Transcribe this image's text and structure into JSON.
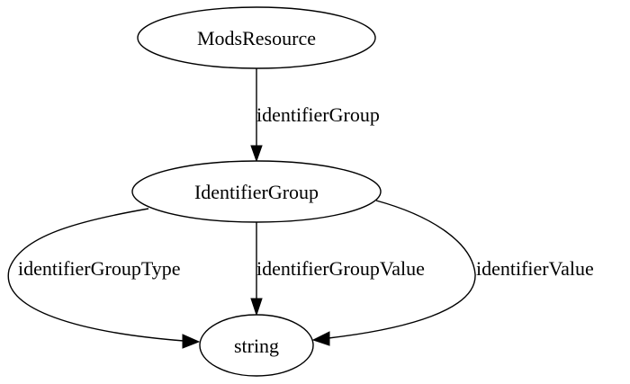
{
  "nodes": {
    "mods_resource": "ModsResource",
    "identifier_group": "IdentifierGroup",
    "string": "string"
  },
  "edges": {
    "identifier_group": "identifierGroup",
    "identifier_group_type": "identifierGroupType",
    "identifier_group_value": "identifierGroupValue",
    "identifier_value": "identifierValue"
  }
}
